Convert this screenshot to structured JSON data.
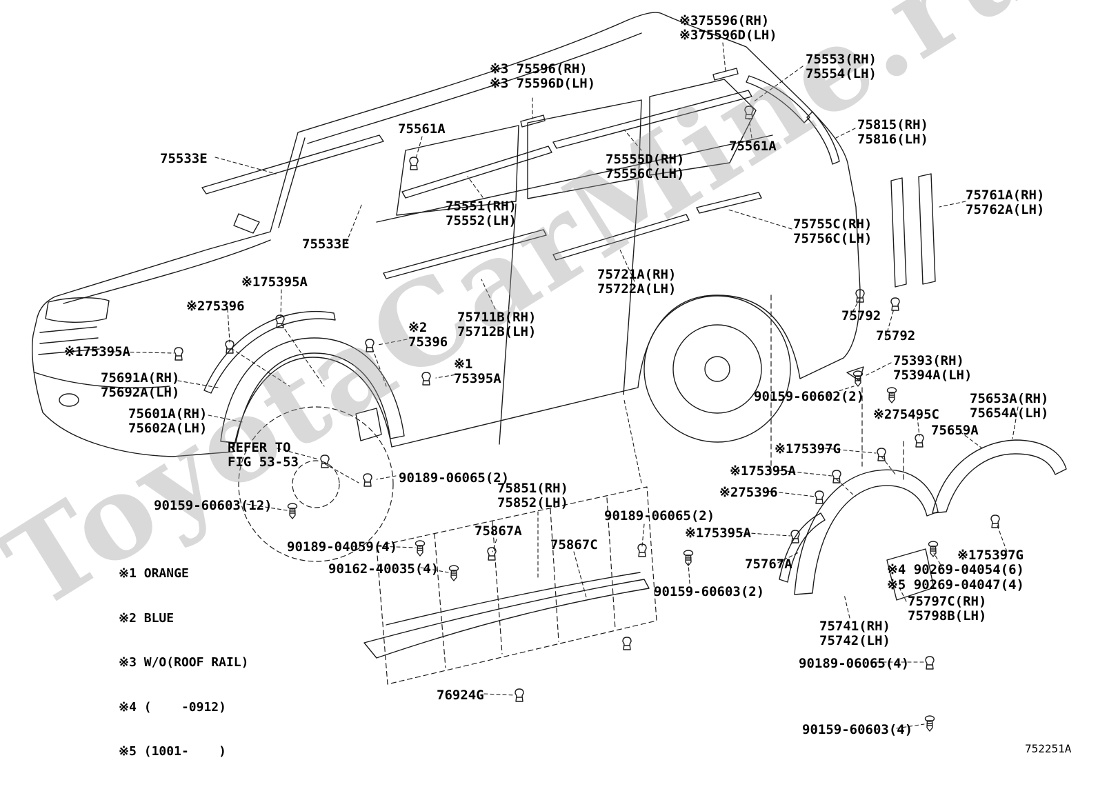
{
  "watermark": {
    "text": "ToyotaCarMine.ru"
  },
  "diagram_id": "752251A",
  "note": {
    "l1": "REFER TO",
    "l2": "FIG 53-53"
  },
  "legend": {
    "l1": "※1 ORANGE",
    "l2": "※2 BLUE",
    "l3": "※3 W/O(ROOF RAIL)",
    "l4": "※4 (    -0912)",
    "l5": "※5 (1001-    )"
  },
  "labels": {
    "p75596_top": {
      "l1": "※375596(RH)",
      "l2": "※375596D(LH)"
    },
    "p75553": {
      "l1": "75553(RH)",
      "l2": "75554(LH)"
    },
    "p75596_mid": {
      "l1": "※3 75596(RH)",
      "l2": "※3 75596D(LH)"
    },
    "p75561a_l": {
      "l1": "75561A"
    },
    "p75815": {
      "l1": "75815(RH)",
      "l2": "75816(LH)"
    },
    "p75533e_top": {
      "l1": "75533E"
    },
    "p75561a_r": {
      "l1": "75561A"
    },
    "p75555d": {
      "l1": "75555D(RH)",
      "l2": "75556C(LH)"
    },
    "p75761a": {
      "l1": "75761A(RH)",
      "l2": "75762A(LH)"
    },
    "p75551": {
      "l1": "75551(RH)",
      "l2": "75552(LH)"
    },
    "p75755c": {
      "l1": "75755C(RH)",
      "l2": "75756C(LH)"
    },
    "p75533e_mid": {
      "l1": "75533E"
    },
    "p75395a_1": {
      "l1": "※175395A"
    },
    "p75721a": {
      "l1": "75721A(RH)",
      "l2": "75722A(LH)"
    },
    "p75396_1": {
      "l1": "※275396"
    },
    "p75711b": {
      "l1": "75711B(RH)",
      "l2": "75712B(LH)"
    },
    "p75396_2": {
      "l1": "※2",
      "l2": "75396"
    },
    "p75395a_2": {
      "l1": "※175395A"
    },
    "p75691a": {
      "l1": "75691A(RH)",
      "l2": "75692A(LH)"
    },
    "p75395a_3": {
      "l1": "※1",
      "l2": "75395A"
    },
    "p75601a": {
      "l1": "75601A(RH)",
      "l2": "75602A(LH)"
    },
    "p75792_a": {
      "l1": "75792"
    },
    "p75792_b": {
      "l1": "75792"
    },
    "p75393": {
      "l1": "75393(RH)",
      "l2": "75394A(LH)"
    },
    "p90159_60602": {
      "l1": "90159-60602(2)"
    },
    "p75495c": {
      "l1": "※275495C"
    },
    "p75653a": {
      "l1": "75653A(RH)",
      "l2": "75654A(LH)"
    },
    "p75659a": {
      "l1": "75659A"
    },
    "p75397g_1": {
      "l1": "※175397G"
    },
    "p75395a_4": {
      "l1": "※175395A"
    },
    "p75396_3": {
      "l1": "※275396"
    },
    "p90189_06065_a": {
      "l1": "90189-06065(2)"
    },
    "p75851": {
      "l1": "75851(RH)",
      "l2": "75852(LH)"
    },
    "p90159_60603_12": {
      "l1": "90159-60603(12)"
    },
    "p75867a": {
      "l1": "75867A"
    },
    "p90189_06065_b": {
      "l1": "90189-06065(2)"
    },
    "p75867c": {
      "l1": "75867C"
    },
    "p75395a_5": {
      "l1": "※175395A"
    },
    "p90189_04059": {
      "l1": "90189-04059(4)"
    },
    "p90162_40035": {
      "l1": "90162-40035(4)"
    },
    "p75767a": {
      "l1": "75767A"
    },
    "p90159_60603_2": {
      "l1": "90159-60603(2)"
    },
    "p90269_04054": {
      "l1": "※4 90269-04054(6)"
    },
    "p90269_04047": {
      "l1": "※5 90269-04047(4)"
    },
    "p75797c": {
      "l1": "75797C(RH)",
      "l2": "75798B(LH)"
    },
    "p75741": {
      "l1": "75741(RH)",
      "l2": "75742(LH)"
    },
    "p90189_06065_c": {
      "l1": "90189-06065(4)"
    },
    "p76924g": {
      "l1": "76924G"
    },
    "p90159_60603_4": {
      "l1": "90159-60603(4)"
    },
    "p75397g_2": {
      "l1": "※175397G"
    }
  }
}
